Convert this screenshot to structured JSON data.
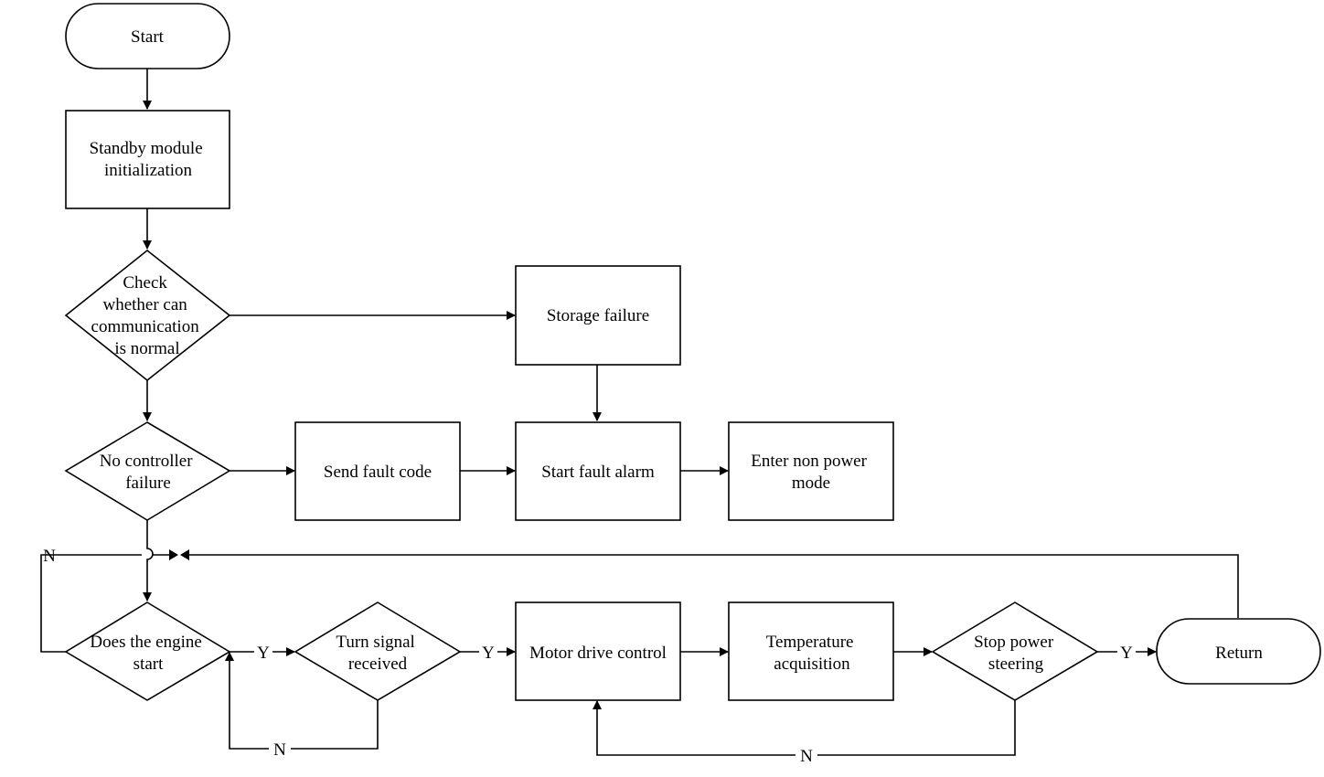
{
  "nodes": {
    "start": {
      "lines": [
        "Start"
      ]
    },
    "standby": {
      "lines": [
        "Standby module",
        "initialization"
      ]
    },
    "check_can": {
      "lines": [
        "Check",
        "whether can",
        "communication",
        "is normal"
      ]
    },
    "storage_failure": {
      "lines": [
        "Storage failure"
      ]
    },
    "no_controller_failure": {
      "lines": [
        "No controller",
        "failure"
      ]
    },
    "send_fault_code": {
      "lines": [
        "Send fault code"
      ]
    },
    "start_fault_alarm": {
      "lines": [
        "Start fault alarm"
      ]
    },
    "non_power_mode": {
      "lines": [
        "Enter non power",
        "mode"
      ]
    },
    "engine_start": {
      "lines": [
        "Does the engine",
        "start"
      ]
    },
    "turn_signal": {
      "lines": [
        "Turn signal",
        "received"
      ]
    },
    "motor_drive": {
      "lines": [
        "Motor drive control"
      ]
    },
    "temperature": {
      "lines": [
        "Temperature",
        "acquisition"
      ]
    },
    "stop_steering": {
      "lines": [
        "Stop power",
        "steering"
      ]
    },
    "return": {
      "lines": [
        "Return"
      ]
    }
  },
  "edge_labels": {
    "engine_yes": "Y",
    "engine_no": "N",
    "turn_yes": "Y",
    "turn_no": "N",
    "stop_yes": "Y",
    "stop_no": "N"
  }
}
